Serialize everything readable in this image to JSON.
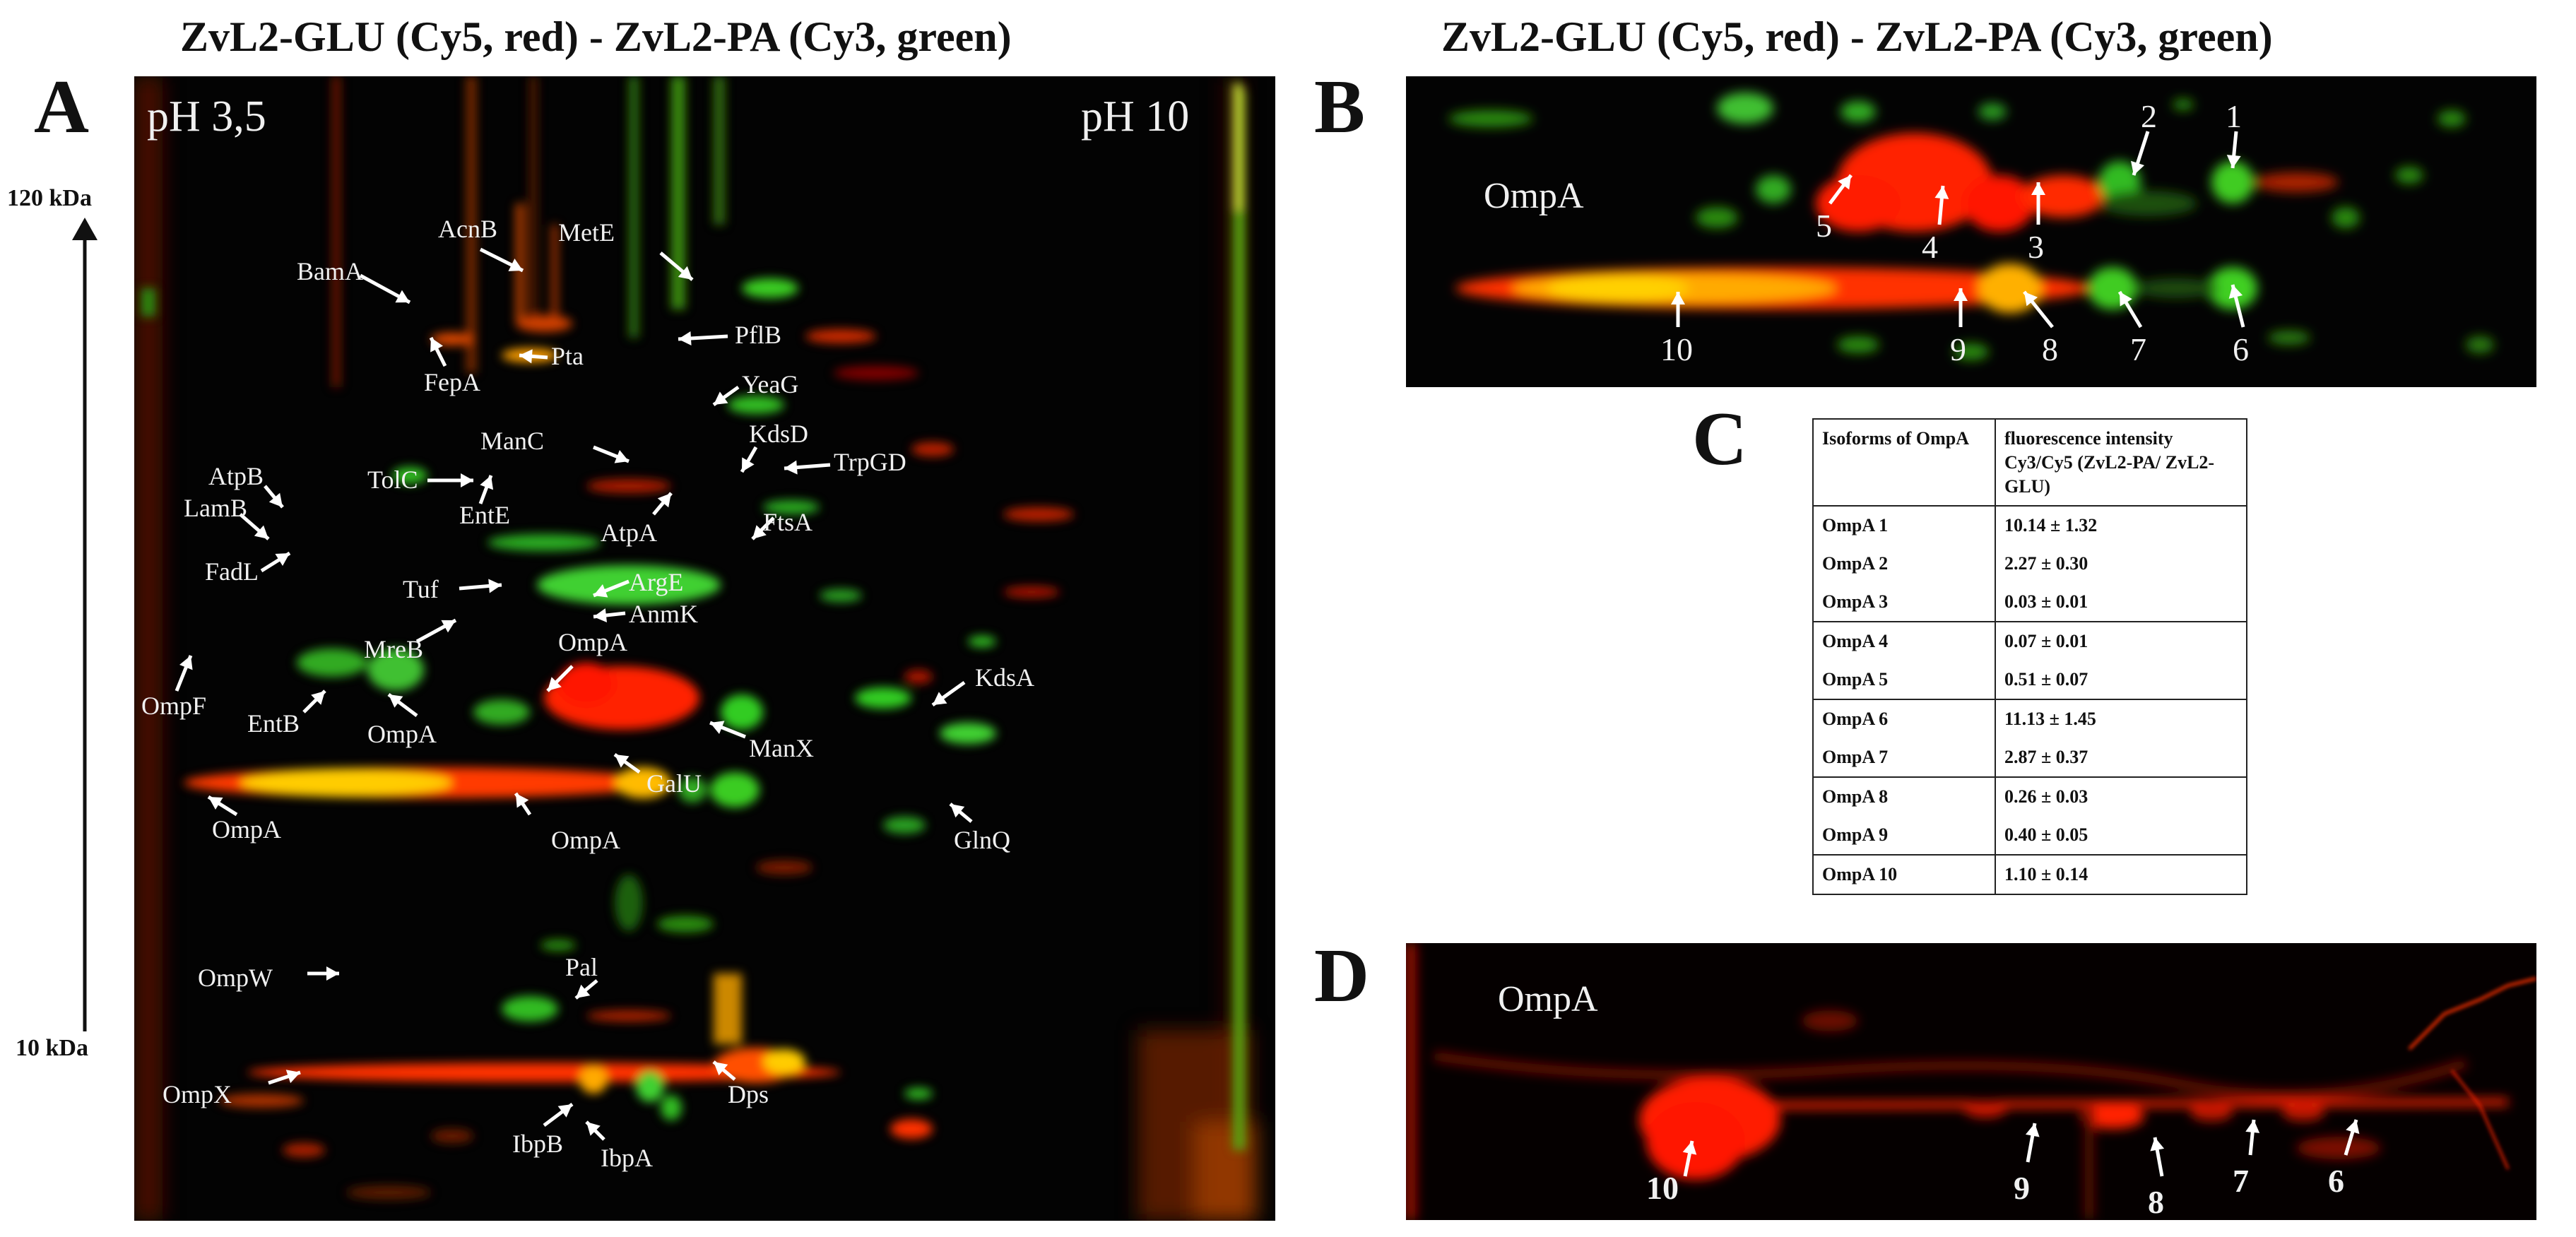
{
  "panel_a": {
    "letter": "A",
    "title": "ZvL2-GLU (Cy5, red) - ZvL2-PA (Cy3, green)",
    "ph_left": "pH 3,5",
    "ph_right": "pH 10",
    "mw_top": "120 kDa",
    "mw_bottom": "10 kDa",
    "labels": [
      "AcnB",
      "MetE",
      "BamA",
      "PflB",
      "Pta",
      "YeaG",
      "FepA",
      "ManC",
      "KdsD",
      "TolC",
      "TrpGD",
      "AtpB",
      "LamB",
      "EntE",
      "FtsA",
      "AtpA",
      "FadL",
      "ArgE",
      "Tuf",
      "AnmK",
      "MreB",
      "OmpA",
      "OmpF",
      "KdsA",
      "EntB",
      "OmpA",
      "ManX",
      "OmpA",
      "GalU",
      "OmpA",
      "GlnQ",
      "OmpW",
      "Pal",
      "OmpX",
      "Dps",
      "IbpB",
      "IbpA"
    ]
  },
  "panel_b": {
    "letter": "B",
    "title": "ZvL2-GLU (Cy5, red) - ZvL2-PA (Cy3, green)",
    "protein": "OmpA",
    "spots": [
      "1",
      "2",
      "3",
      "4",
      "5",
      "6",
      "7",
      "8",
      "9",
      "10"
    ]
  },
  "panel_c": {
    "letter": "C",
    "col1_header": "Isoforms of OmpA",
    "col2_header": "fluorescence intensity Cy3/Cy5 (ZvL2-PA/ ZvL2-GLU)",
    "rows": [
      {
        "isoform": "OmpA 1",
        "value": "10.14 ± 1.32"
      },
      {
        "isoform": "OmpA 2",
        "value": "2.27 ± 0.30"
      },
      {
        "isoform": "OmpA 3",
        "value": "0.03 ± 0.01"
      },
      {
        "isoform": "OmpA 4",
        "value": "0.07 ± 0.01"
      },
      {
        "isoform": "OmpA 5",
        "value": "0.51 ± 0.07"
      },
      {
        "isoform": "OmpA 6",
        "value": "11.13 ± 1.45"
      },
      {
        "isoform": "OmpA 7",
        "value": "2.87 ± 0.37"
      },
      {
        "isoform": "OmpA 8",
        "value": "0.26 ± 0.03"
      },
      {
        "isoform": "OmpA 9",
        "value": "0.40 ± 0.05"
      },
      {
        "isoform": "OmpA 10",
        "value": "1.10 ± 0.14"
      }
    ]
  },
  "panel_d": {
    "letter": "D",
    "protein": "OmpA",
    "spots": [
      "10",
      "9",
      "8",
      "7",
      "6"
    ]
  },
  "colors": {
    "cy5": "#ff2000",
    "cy3": "#22dd22",
    "overlap": "#ffcc00",
    "background": "#030303"
  }
}
